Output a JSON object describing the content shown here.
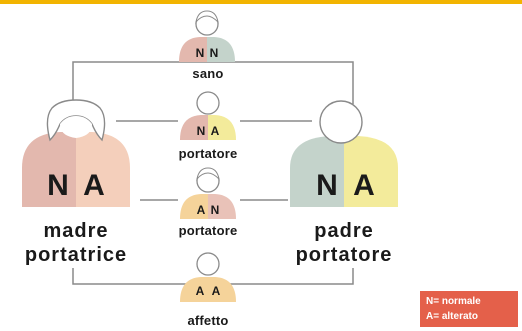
{
  "colors": {
    "accent_bar": "#f2b400",
    "normal_allele": "#ecc9c2",
    "altered_allele": "#f3eb9b",
    "affected_allele": "#f5d39a",
    "father_normal": "#c4d3cb",
    "mother_normal": "#e3b8ae",
    "mother_altered": "#f4cfbb",
    "line": "#8a8a8a",
    "legend_bg": "#e4604a"
  },
  "parents": {
    "mother": {
      "genotype_left": "N",
      "genotype_right": "A",
      "label_line1": "madre",
      "label_line2": "portatrice"
    },
    "father": {
      "genotype_left": "N",
      "genotype_right": "A",
      "label_line1": "padre",
      "label_line2": "portatore"
    }
  },
  "children": [
    {
      "genotype_left": "N",
      "genotype_right": "N",
      "label": "sano"
    },
    {
      "genotype_left": "N",
      "genotype_right": "A",
      "label": "portatore"
    },
    {
      "genotype_left": "A",
      "genotype_right": "N",
      "label": "portatore"
    },
    {
      "genotype_left": "A",
      "genotype_right": "A",
      "label": "affetto"
    }
  ],
  "legend": {
    "line1": "N= normale",
    "line2": "A= alterato"
  }
}
